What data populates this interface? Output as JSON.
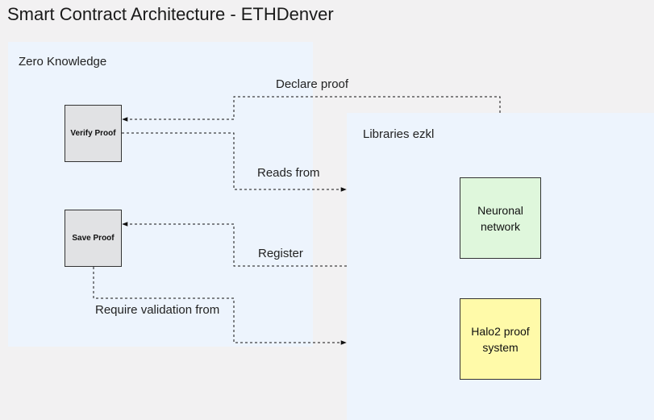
{
  "diagram": {
    "title": "Smart Contract Architecture - ETHDenver",
    "groups": {
      "zero_knowledge": {
        "label": "Zero Knowledge"
      },
      "libraries": {
        "label": "Libraries ezkl"
      }
    },
    "nodes": {
      "verify_proof": {
        "label": "Verify Proof"
      },
      "save_proof": {
        "label": "Save Proof"
      },
      "neuronal_network": {
        "label": "Neuronal network"
      },
      "halo2": {
        "label": "Halo2 proof system"
      }
    },
    "edges": {
      "declare_proof": "Declare proof",
      "reads_from": "Reads from",
      "register": "Register",
      "require_validation": "Require validation from"
    },
    "colors": {
      "group_fill": "#edf4fd",
      "small_node_fill": "#e1e2e4",
      "neuronal_fill": "#dff7dc",
      "halo_fill": "#fffaa9"
    }
  }
}
